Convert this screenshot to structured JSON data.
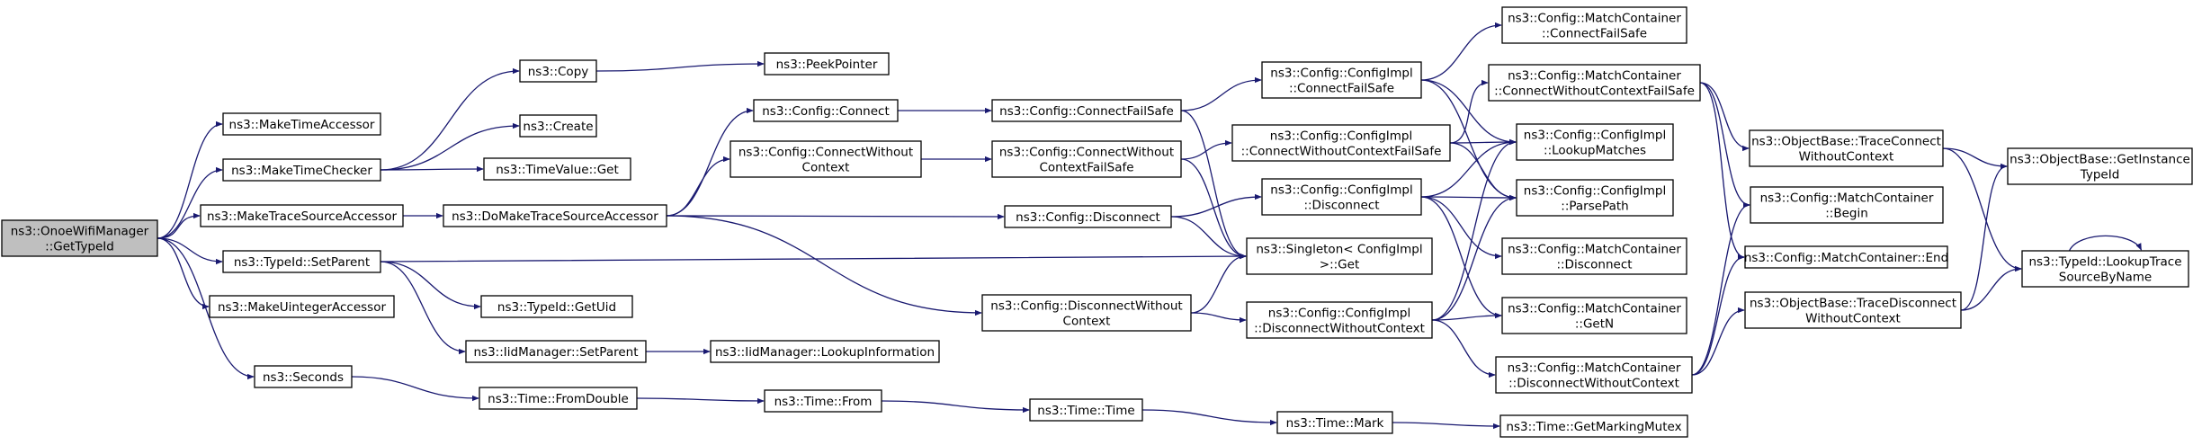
{
  "title": "",
  "colors": {
    "edge": "#191970",
    "node_border": "#000000",
    "root_fill": "#bfbfbf",
    "node_fill": "#ffffff"
  },
  "nodes": [
    {
      "id": "n0",
      "lines": [
        "ns3::OnoeWifiManager",
        "::GetTypeId"
      ]
    },
    {
      "id": "n1",
      "lines": [
        "ns3::MakeTimeAccessor"
      ]
    },
    {
      "id": "n2",
      "lines": [
        "ns3::MakeTimeChecker"
      ]
    },
    {
      "id": "n3",
      "lines": [
        "ns3::MakeTraceSourceAccessor"
      ]
    },
    {
      "id": "n4",
      "lines": [
        "ns3::TypeId::SetParent"
      ]
    },
    {
      "id": "n5",
      "lines": [
        "ns3::MakeUintegerAccessor"
      ]
    },
    {
      "id": "n6",
      "lines": [
        "ns3::Seconds"
      ]
    },
    {
      "id": "n7",
      "lines": [
        "ns3::Copy"
      ]
    },
    {
      "id": "n8",
      "lines": [
        "ns3::Create"
      ]
    },
    {
      "id": "n9",
      "lines": [
        "ns3::TimeValue::Get"
      ]
    },
    {
      "id": "n10",
      "lines": [
        "ns3::DoMakeTraceSourceAccessor"
      ]
    },
    {
      "id": "n11",
      "lines": [
        "ns3::TypeId::GetUid"
      ]
    },
    {
      "id": "n12",
      "lines": [
        "ns3::IidManager::SetParent"
      ]
    },
    {
      "id": "n13",
      "lines": [
        "ns3::Time::FromDouble"
      ]
    },
    {
      "id": "n14",
      "lines": [
        "ns3::PeekPointer"
      ]
    },
    {
      "id": "n15",
      "lines": [
        "ns3::Config::Connect"
      ]
    },
    {
      "id": "n16",
      "lines": [
        "ns3::Config::ConnectWithout",
        "Context"
      ]
    },
    {
      "id": "n17",
      "lines": [
        "ns3::Config::DisconnectWithout",
        "Context"
      ]
    },
    {
      "id": "n18",
      "lines": [
        "ns3::IidManager::LookupInformation"
      ]
    },
    {
      "id": "n19",
      "lines": [
        "ns3::Time::From"
      ]
    },
    {
      "id": "n20",
      "lines": [
        "ns3::Config::ConnectFailSafe"
      ]
    },
    {
      "id": "n21",
      "lines": [
        "ns3::Config::ConnectWithout",
        "ContextFailSafe"
      ]
    },
    {
      "id": "n22",
      "lines": [
        "ns3::Config::Disconnect"
      ]
    },
    {
      "id": "n23",
      "lines": [
        "ns3::Time::Time"
      ]
    },
    {
      "id": "n24",
      "lines": [
        "ns3::Config::ConfigImpl",
        "::ConnectFailSafe"
      ]
    },
    {
      "id": "n25",
      "lines": [
        "ns3::Config::ConfigImpl",
        "::ConnectWithoutContextFailSafe"
      ]
    },
    {
      "id": "n26",
      "lines": [
        "ns3::Config::ConfigImpl",
        "::Disconnect"
      ]
    },
    {
      "id": "n27",
      "lines": [
        "ns3::Singleton< ConfigImpl",
        " >::Get"
      ]
    },
    {
      "id": "n28",
      "lines": [
        "ns3::Config::ConfigImpl",
        "::DisconnectWithoutContext"
      ]
    },
    {
      "id": "n29",
      "lines": [
        "ns3::Time::Mark"
      ]
    },
    {
      "id": "n30",
      "lines": [
        "ns3::Config::MatchContainer",
        "::ConnectFailSafe"
      ]
    },
    {
      "id": "n31",
      "lines": [
        "ns3::Config::MatchContainer",
        "::ConnectWithoutContextFailSafe"
      ]
    },
    {
      "id": "n32",
      "lines": [
        "ns3::Config::ConfigImpl",
        "::LookupMatches"
      ]
    },
    {
      "id": "n33",
      "lines": [
        "ns3::Config::ConfigImpl",
        "::ParsePath"
      ]
    },
    {
      "id": "n34",
      "lines": [
        "ns3::Config::MatchContainer",
        "::Disconnect"
      ]
    },
    {
      "id": "n35",
      "lines": [
        "ns3::Config::MatchContainer",
        "::GetN"
      ]
    },
    {
      "id": "n36",
      "lines": [
        "ns3::Config::MatchContainer",
        "::DisconnectWithoutContext"
      ]
    },
    {
      "id": "n37",
      "lines": [
        "ns3::Time::GetMarkingMutex"
      ]
    },
    {
      "id": "n38",
      "lines": [
        "ns3::ObjectBase::TraceConnect",
        "WithoutContext"
      ]
    },
    {
      "id": "n39",
      "lines": [
        "ns3::Config::MatchContainer",
        "::Begin"
      ]
    },
    {
      "id": "n40",
      "lines": [
        "ns3::Config::MatchContainer::End"
      ]
    },
    {
      "id": "n41",
      "lines": [
        "ns3::ObjectBase::TraceDisconnect",
        "WithoutContext"
      ]
    },
    {
      "id": "n42",
      "lines": [
        "ns3::ObjectBase::GetInstance",
        "TypeId"
      ]
    },
    {
      "id": "n43",
      "lines": [
        "ns3::TypeId::LookupTrace",
        "SourceByName"
      ]
    }
  ]
}
